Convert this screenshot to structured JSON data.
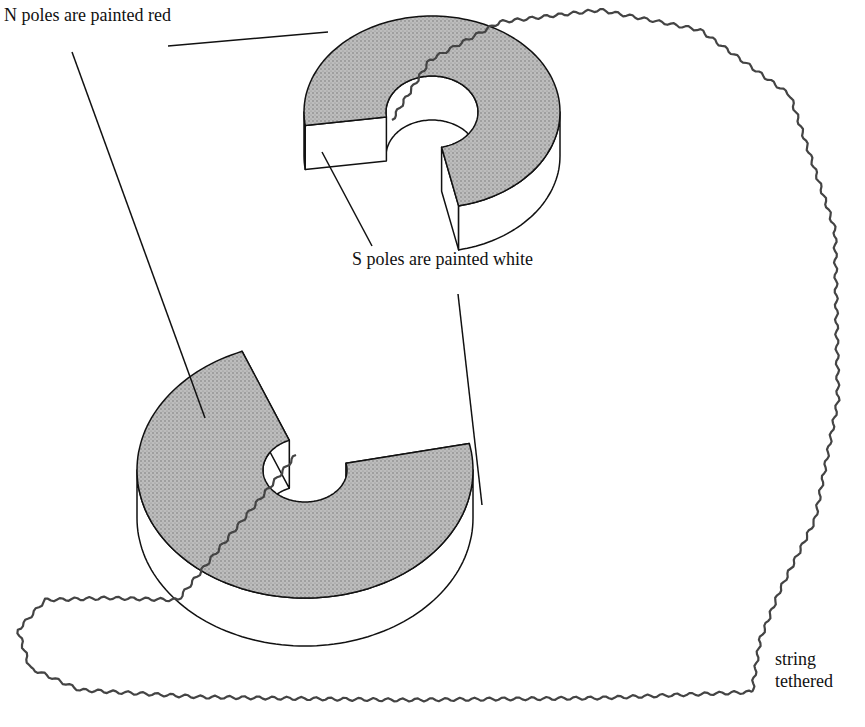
{
  "diagram": {
    "labels": [
      "N poles are painted red",
      "S poles are painted white",
      "string tethered"
    ]
  }
}
